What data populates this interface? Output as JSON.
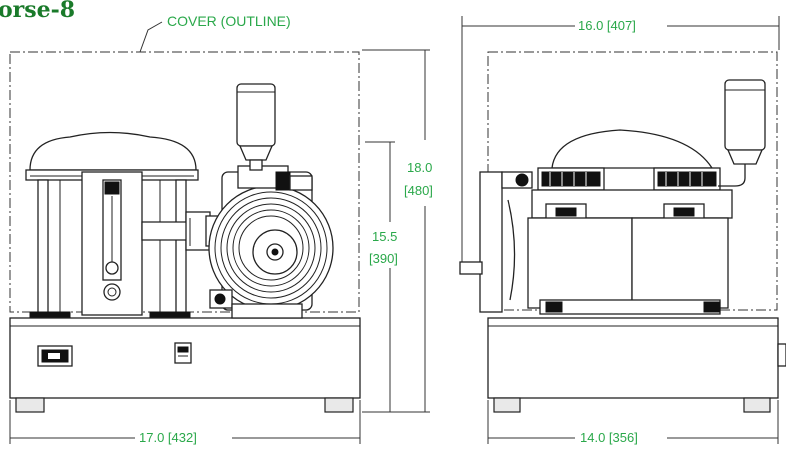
{
  "title": "orse-8",
  "cover_label": "COVER (OUTLINE)",
  "dimensions": {
    "front_height_outer": [
      "18.0",
      "[480]"
    ],
    "front_height_inner": [
      "15.5",
      "[390]"
    ],
    "front_width": "17.0 [432]",
    "side_top_width": "16.0 [407]",
    "side_bottom_width": "14.0 [356]"
  },
  "colors": {
    "title": "#1a7a2a",
    "dimension_text": "#2aa84a",
    "line": "#222222"
  }
}
